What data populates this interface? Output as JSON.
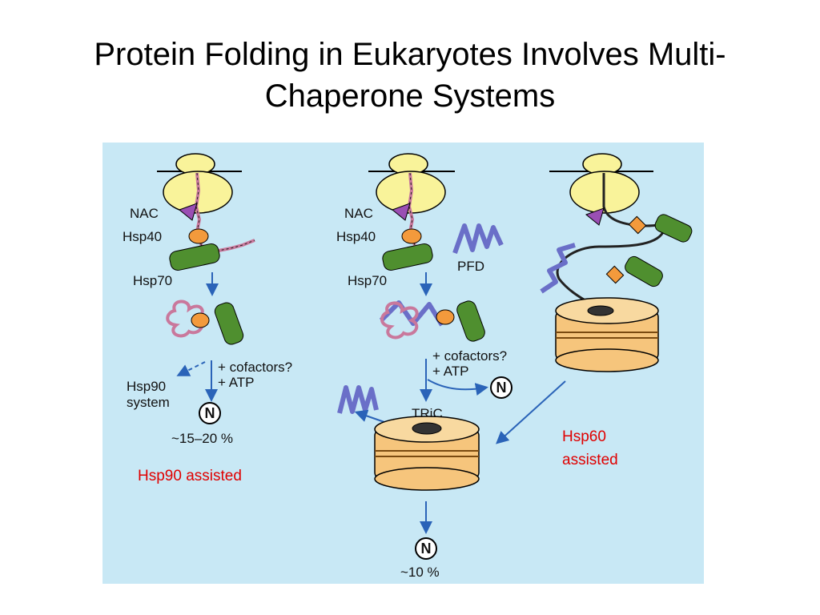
{
  "title": {
    "line1": "Protein Folding in Eukaryotes Involves Multi-",
    "line2": "Chaperone Systems"
  },
  "diagram": {
    "left": {
      "nac": "NAC",
      "hsp40": "Hsp40",
      "hsp70": "Hsp70",
      "cofactors": "+ cofactors?",
      "atp": "+ ATP",
      "hsp90_line1": "Hsp90",
      "hsp90_line2": "system",
      "native": "N",
      "yield": "~15–20 %",
      "assisted": "Hsp90 assisted"
    },
    "middle": {
      "nac": "NAC",
      "hsp40": "Hsp40",
      "hsp70": "Hsp70",
      "pfd": "PFD",
      "cofactors": "+ cofactors?",
      "atp": "+ ATP",
      "native": "N",
      "tric": "TRiC",
      "native_bottom": "N",
      "yield": "~10 %"
    },
    "right": {
      "assisted_line1": "Hsp60",
      "assisted_line2": "assisted"
    },
    "colors": {
      "panel_bg": "#c8e8f5",
      "ribosome": "#f9f39a",
      "nac": "#9a4fb4",
      "hsp40": "#f39a3c",
      "hsp70": "#4f8f2f",
      "chain": "#c9789c",
      "pfd": "#6a6fc8",
      "chaperonin": "#f6c57c",
      "arrow": "#2a63b8",
      "assisted_text": "#e00000"
    }
  }
}
